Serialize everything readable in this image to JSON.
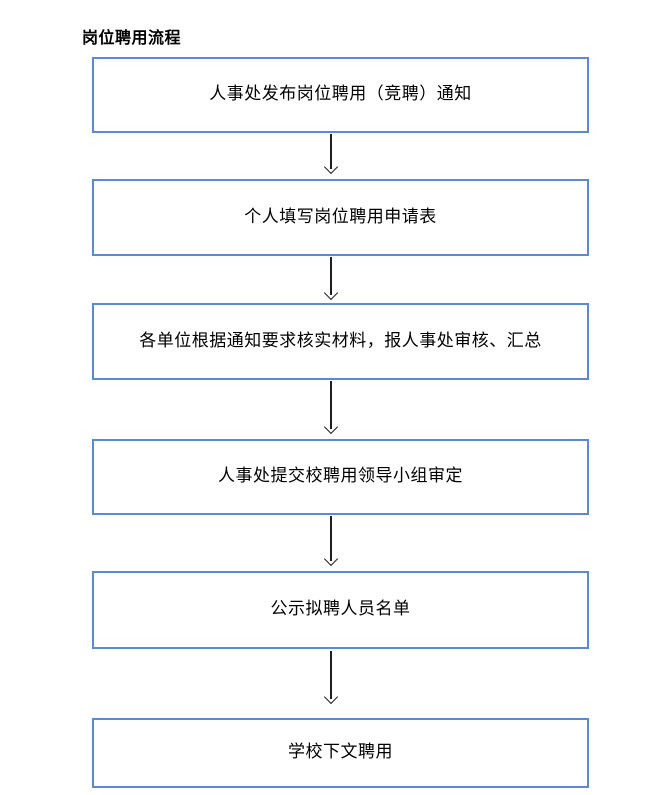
{
  "document": {
    "title": "岗位聘用流程"
  },
  "flowchart": {
    "steps": [
      {
        "label": "人事处发布岗位聘用（竞聘）通知"
      },
      {
        "label": "个人填写岗位聘用申请表"
      },
      {
        "label": "各单位根据通知要求核实材料，报人事处审核、汇总"
      },
      {
        "label": "人事处提交校聘用领导小组审定"
      },
      {
        "label": "公示拟聘人员名单"
      },
      {
        "label": "学校下文聘用"
      }
    ],
    "connector": "down-arrow",
    "connector_count": 5
  },
  "colors": {
    "box_border": "#5B8AD2",
    "box_fill": "#FFFFFF",
    "arrow_stroke": "#1F1F1F",
    "title_text": "#000000",
    "box_text": "#000000",
    "page_background": "#FFFFFF"
  }
}
